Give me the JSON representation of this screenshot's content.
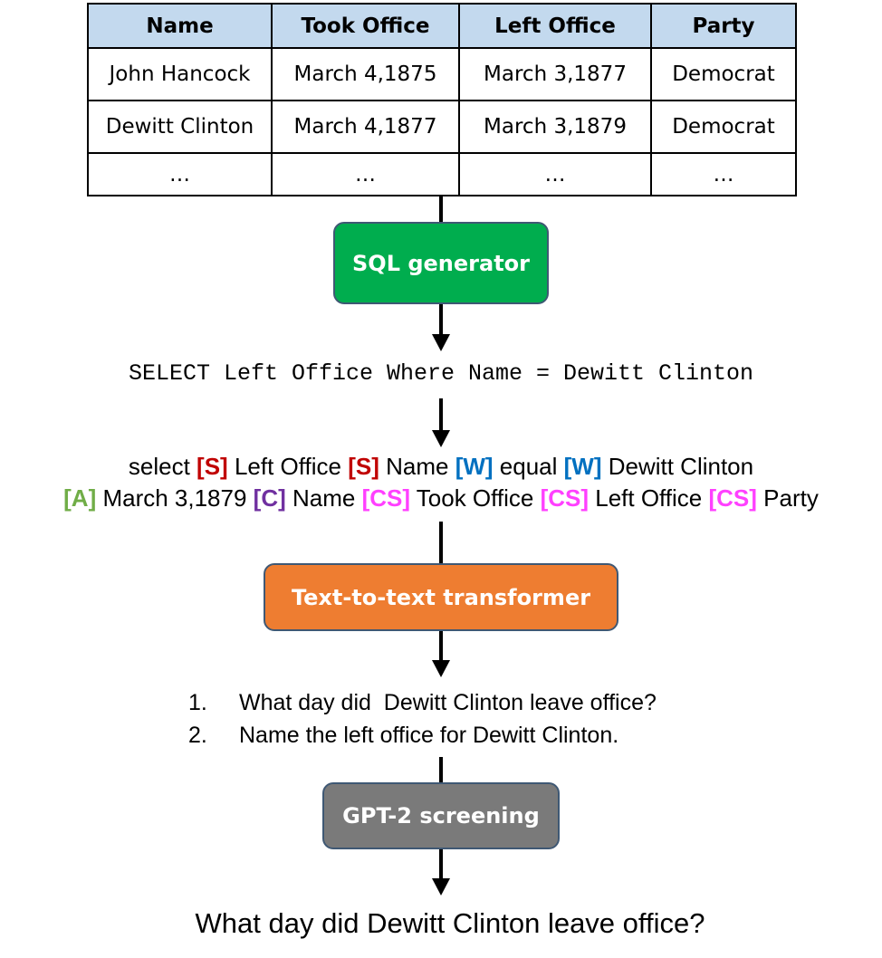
{
  "table": {
    "headers": [
      "Name",
      "Took Office",
      "Left Office",
      "Party"
    ],
    "rows": [
      [
        "John Hancock",
        "March 4,1875",
        "March 3,1877",
        "Democrat"
      ],
      [
        "Dewitt Clinton",
        "March 4,1877",
        "March 3,1879",
        "Democrat"
      ],
      [
        "…",
        "…",
        "…",
        "…"
      ]
    ]
  },
  "boxes": {
    "sql_generator": "SQL generator",
    "t5": "Text-to-text transformer",
    "gpt2": "GPT-2 screening"
  },
  "sql_query": "SELECT Left Office Where Name = Dewitt Clinton",
  "encoded_input": {
    "line1": [
      {
        "t": "select "
      },
      {
        "t": "[S]",
        "c": "#c00000"
      },
      {
        "t": " Left Office "
      },
      {
        "t": "[S]",
        "c": "#c00000"
      },
      {
        "t": " Name "
      },
      {
        "t": "[W]",
        "c": "#0070c0"
      },
      {
        "t": " equal "
      },
      {
        "t": "[W]",
        "c": "#0070c0"
      },
      {
        "t": " Dewitt Clinton"
      }
    ],
    "line2": [
      {
        "t": "[A]",
        "c": "#70ad47"
      },
      {
        "t": " March 3,1879 "
      },
      {
        "t": "[C]",
        "c": "#7030a0"
      },
      {
        "t": " Name "
      },
      {
        "t": "[CS]",
        "c": "#ff40ff"
      },
      {
        "t": " Took Office "
      },
      {
        "t": "[CS]",
        "c": "#ff40ff"
      },
      {
        "t": " Left Office "
      },
      {
        "t": "[CS]",
        "c": "#ff40ff"
      },
      {
        "t": " Party"
      }
    ]
  },
  "questions": [
    {
      "num": "1.",
      "text": "What day did  Dewitt Clinton leave office?"
    },
    {
      "num": "2.",
      "text": "Name the left office for Dewitt Clinton."
    }
  ],
  "final_question": "What day did Dewitt Clinton leave office?"
}
